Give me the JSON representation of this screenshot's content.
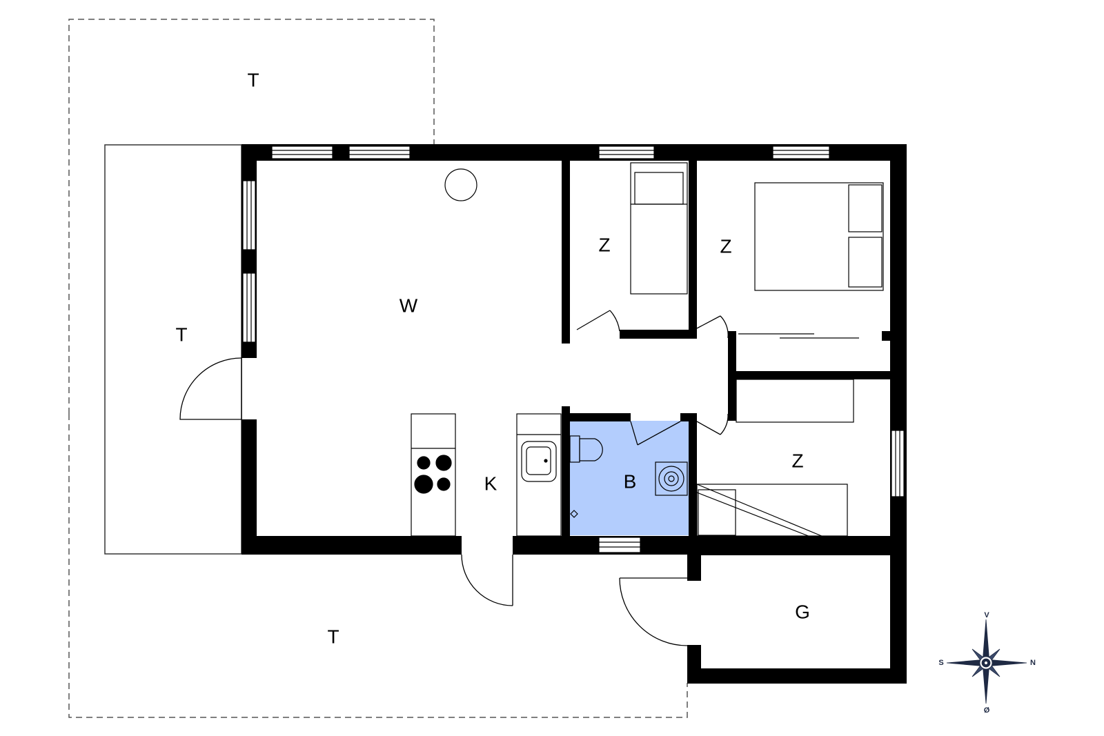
{
  "rooms": {
    "terrace_top": "T",
    "terrace_left": "T",
    "terrace_bottom": "T",
    "living": "W",
    "kitchen": "K",
    "bathroom": "B",
    "bedroom_1": "Z",
    "bedroom_2": "Z",
    "bedroom_3": "Z",
    "storage": "G"
  },
  "compass": {
    "north": "N",
    "south": "S",
    "east": "Ø",
    "west": "V"
  },
  "colors": {
    "wall": "#000000",
    "bathroom_fill": "#b3cdfd",
    "compass": "#1f2a44",
    "terrace_line": "#555555"
  }
}
